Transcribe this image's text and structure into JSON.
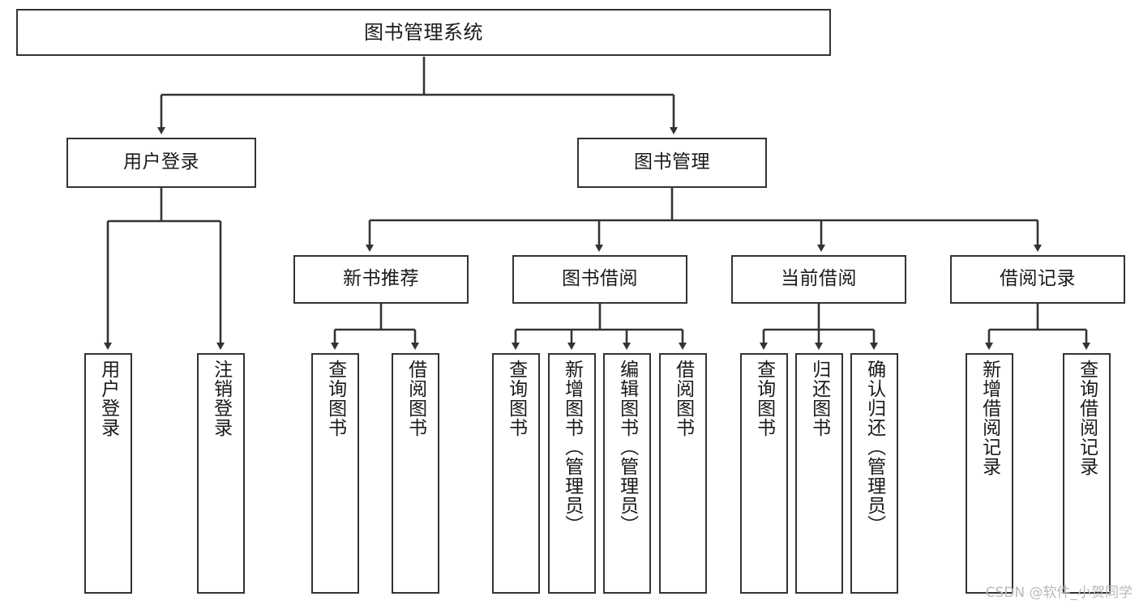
{
  "diagram": {
    "title": "图书管理系统",
    "type": "tree",
    "style": {
      "box_border_color": "#333333",
      "box_fill_color": "#ffffff",
      "edge_color": "#333333",
      "text_color": "#1a1a1a",
      "background": "#ffffff"
    },
    "nodes": {
      "root": {
        "label": "图书管理系统",
        "level": 1,
        "orientation": "horizontal"
      },
      "l2": [
        {
          "id": "user-login",
          "label": "用户登录",
          "level": 2,
          "orientation": "horizontal"
        },
        {
          "id": "book-manage",
          "label": "图书管理",
          "level": 2,
          "orientation": "horizontal"
        }
      ],
      "l3": [
        {
          "id": "new-book-rec",
          "label": "新书推荐",
          "level": 3,
          "orientation": "horizontal",
          "parent": "book-manage"
        },
        {
          "id": "book-borrow",
          "label": "图书借阅",
          "level": 3,
          "orientation": "horizontal",
          "parent": "book-manage"
        },
        {
          "id": "current-borrow",
          "label": "当前借阅",
          "level": 3,
          "orientation": "horizontal",
          "parent": "book-manage"
        },
        {
          "id": "borrow-record",
          "label": "借阅记录",
          "level": 3,
          "orientation": "horizontal",
          "parent": "book-manage"
        }
      ],
      "leaves": [
        {
          "id": "leaf-user-login",
          "label": "用户登录",
          "parent": "user-login",
          "orientation": "vertical"
        },
        {
          "id": "leaf-user-logout",
          "label": "注销登录",
          "parent": "user-login",
          "orientation": "vertical"
        },
        {
          "id": "leaf-rec-query",
          "label": "查询图书",
          "parent": "new-book-rec",
          "orientation": "vertical"
        },
        {
          "id": "leaf-rec-borrow",
          "label": "借阅图书",
          "parent": "new-book-rec",
          "orientation": "vertical"
        },
        {
          "id": "leaf-borrow-query",
          "label": "查询图书",
          "parent": "book-borrow",
          "orientation": "vertical"
        },
        {
          "id": "leaf-borrow-add",
          "label": "新增图书（管理员）",
          "parent": "book-borrow",
          "orientation": "vertical"
        },
        {
          "id": "leaf-borrow-edit",
          "label": "编辑图书（管理员）",
          "parent": "book-borrow",
          "orientation": "vertical"
        },
        {
          "id": "leaf-borrow-lend",
          "label": "借阅图书",
          "parent": "book-borrow",
          "orientation": "vertical"
        },
        {
          "id": "leaf-cur-query",
          "label": "查询图书",
          "parent": "current-borrow",
          "orientation": "vertical"
        },
        {
          "id": "leaf-cur-return",
          "label": "归还图书",
          "parent": "current-borrow",
          "orientation": "vertical"
        },
        {
          "id": "leaf-cur-confirm",
          "label": "确认归还（管理员）",
          "parent": "current-borrow",
          "orientation": "vertical"
        },
        {
          "id": "leaf-rec-add",
          "label": "新增借阅记录",
          "parent": "borrow-record",
          "orientation": "vertical"
        },
        {
          "id": "leaf-rec-search",
          "label": "查询借阅记录",
          "parent": "borrow-record",
          "orientation": "vertical"
        }
      ]
    }
  },
  "watermark": {
    "text": "CSDN @软件_小贺同学"
  }
}
